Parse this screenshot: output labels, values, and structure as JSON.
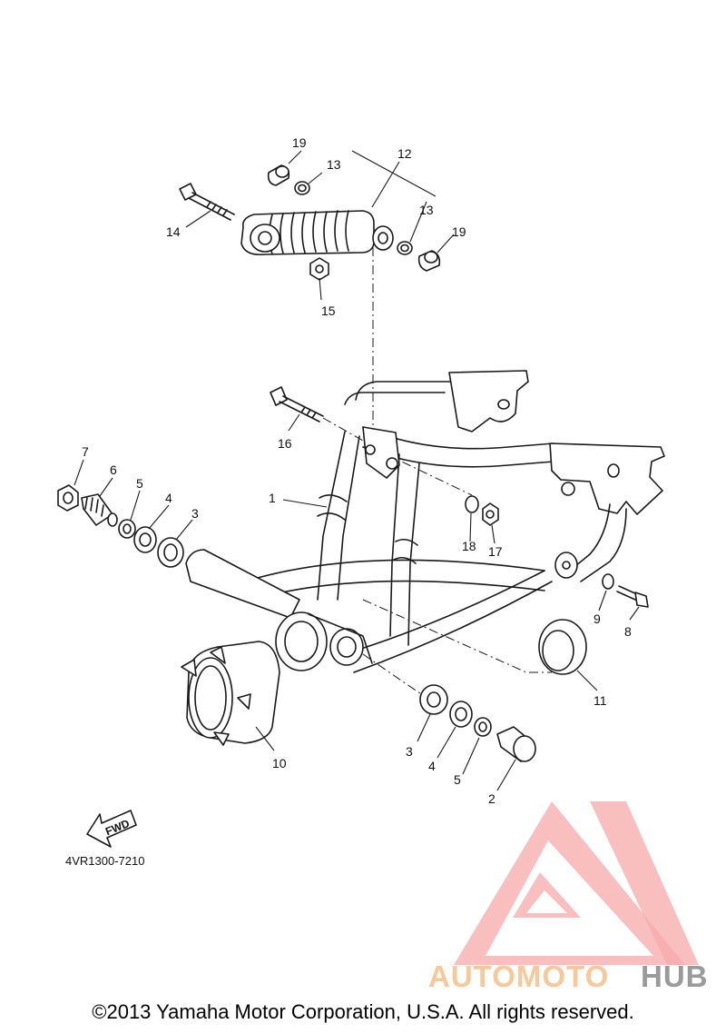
{
  "diagram_code": "4VR1300-7210",
  "fwd_label": "FWD",
  "copyright": "©2013 Yamaha Motor Corporation, U.S.A. All rights reserved.",
  "watermark": {
    "word_left": "AUTOMOTO",
    "word_right": "HUB",
    "color_left": "#f9c89a",
    "color_right": "#9a9a9a",
    "logo_color": "#f7a0a0"
  },
  "callouts": {
    "c1": "1",
    "c2": "2",
    "c3a": "3",
    "c3b": "3",
    "c4a": "4",
    "c4b": "4",
    "c5a": "5",
    "c5b": "5",
    "c6": "6",
    "c7": "7",
    "c8": "8",
    "c9": "9",
    "c10": "10",
    "c11": "11",
    "c12": "12",
    "c13a": "13",
    "c13b": "13",
    "c14": "14",
    "c15": "15",
    "c16": "16",
    "c17": "17",
    "c18": "18",
    "c19a": "19",
    "c19b": "19"
  }
}
